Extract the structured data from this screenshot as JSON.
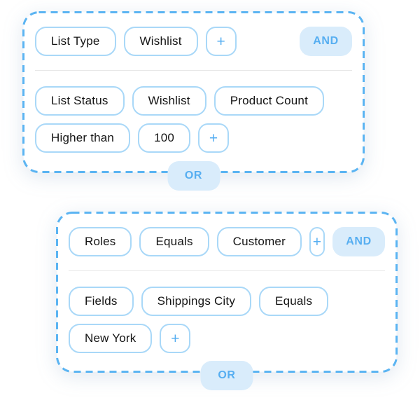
{
  "labels": {
    "and": "AND",
    "or": "OR",
    "add": "+"
  },
  "colors": {
    "accent": "#56AEF1",
    "dashed_border": "#5BB4F2",
    "pill_border": "#A9D8F8",
    "badge_bg": "#D9ECFB",
    "divider": "#E7E7E7",
    "card_bg": "#FFFFFF",
    "text": "#141414"
  },
  "groups": [
    {
      "rows": [
        {
          "pills": [
            "List Type",
            "Wishlist"
          ]
        },
        {
          "pills": [
            "List Status",
            "Wishlist",
            "Product Count"
          ]
        },
        {
          "pills": [
            "Higher than",
            "100"
          ]
        }
      ]
    },
    {
      "rows": [
        {
          "pills": [
            "Roles",
            "Equals",
            "Customer"
          ]
        },
        {
          "pills": [
            "Fields",
            "Shippings City",
            "Equals"
          ]
        },
        {
          "pills": [
            "New York"
          ]
        }
      ]
    }
  ]
}
